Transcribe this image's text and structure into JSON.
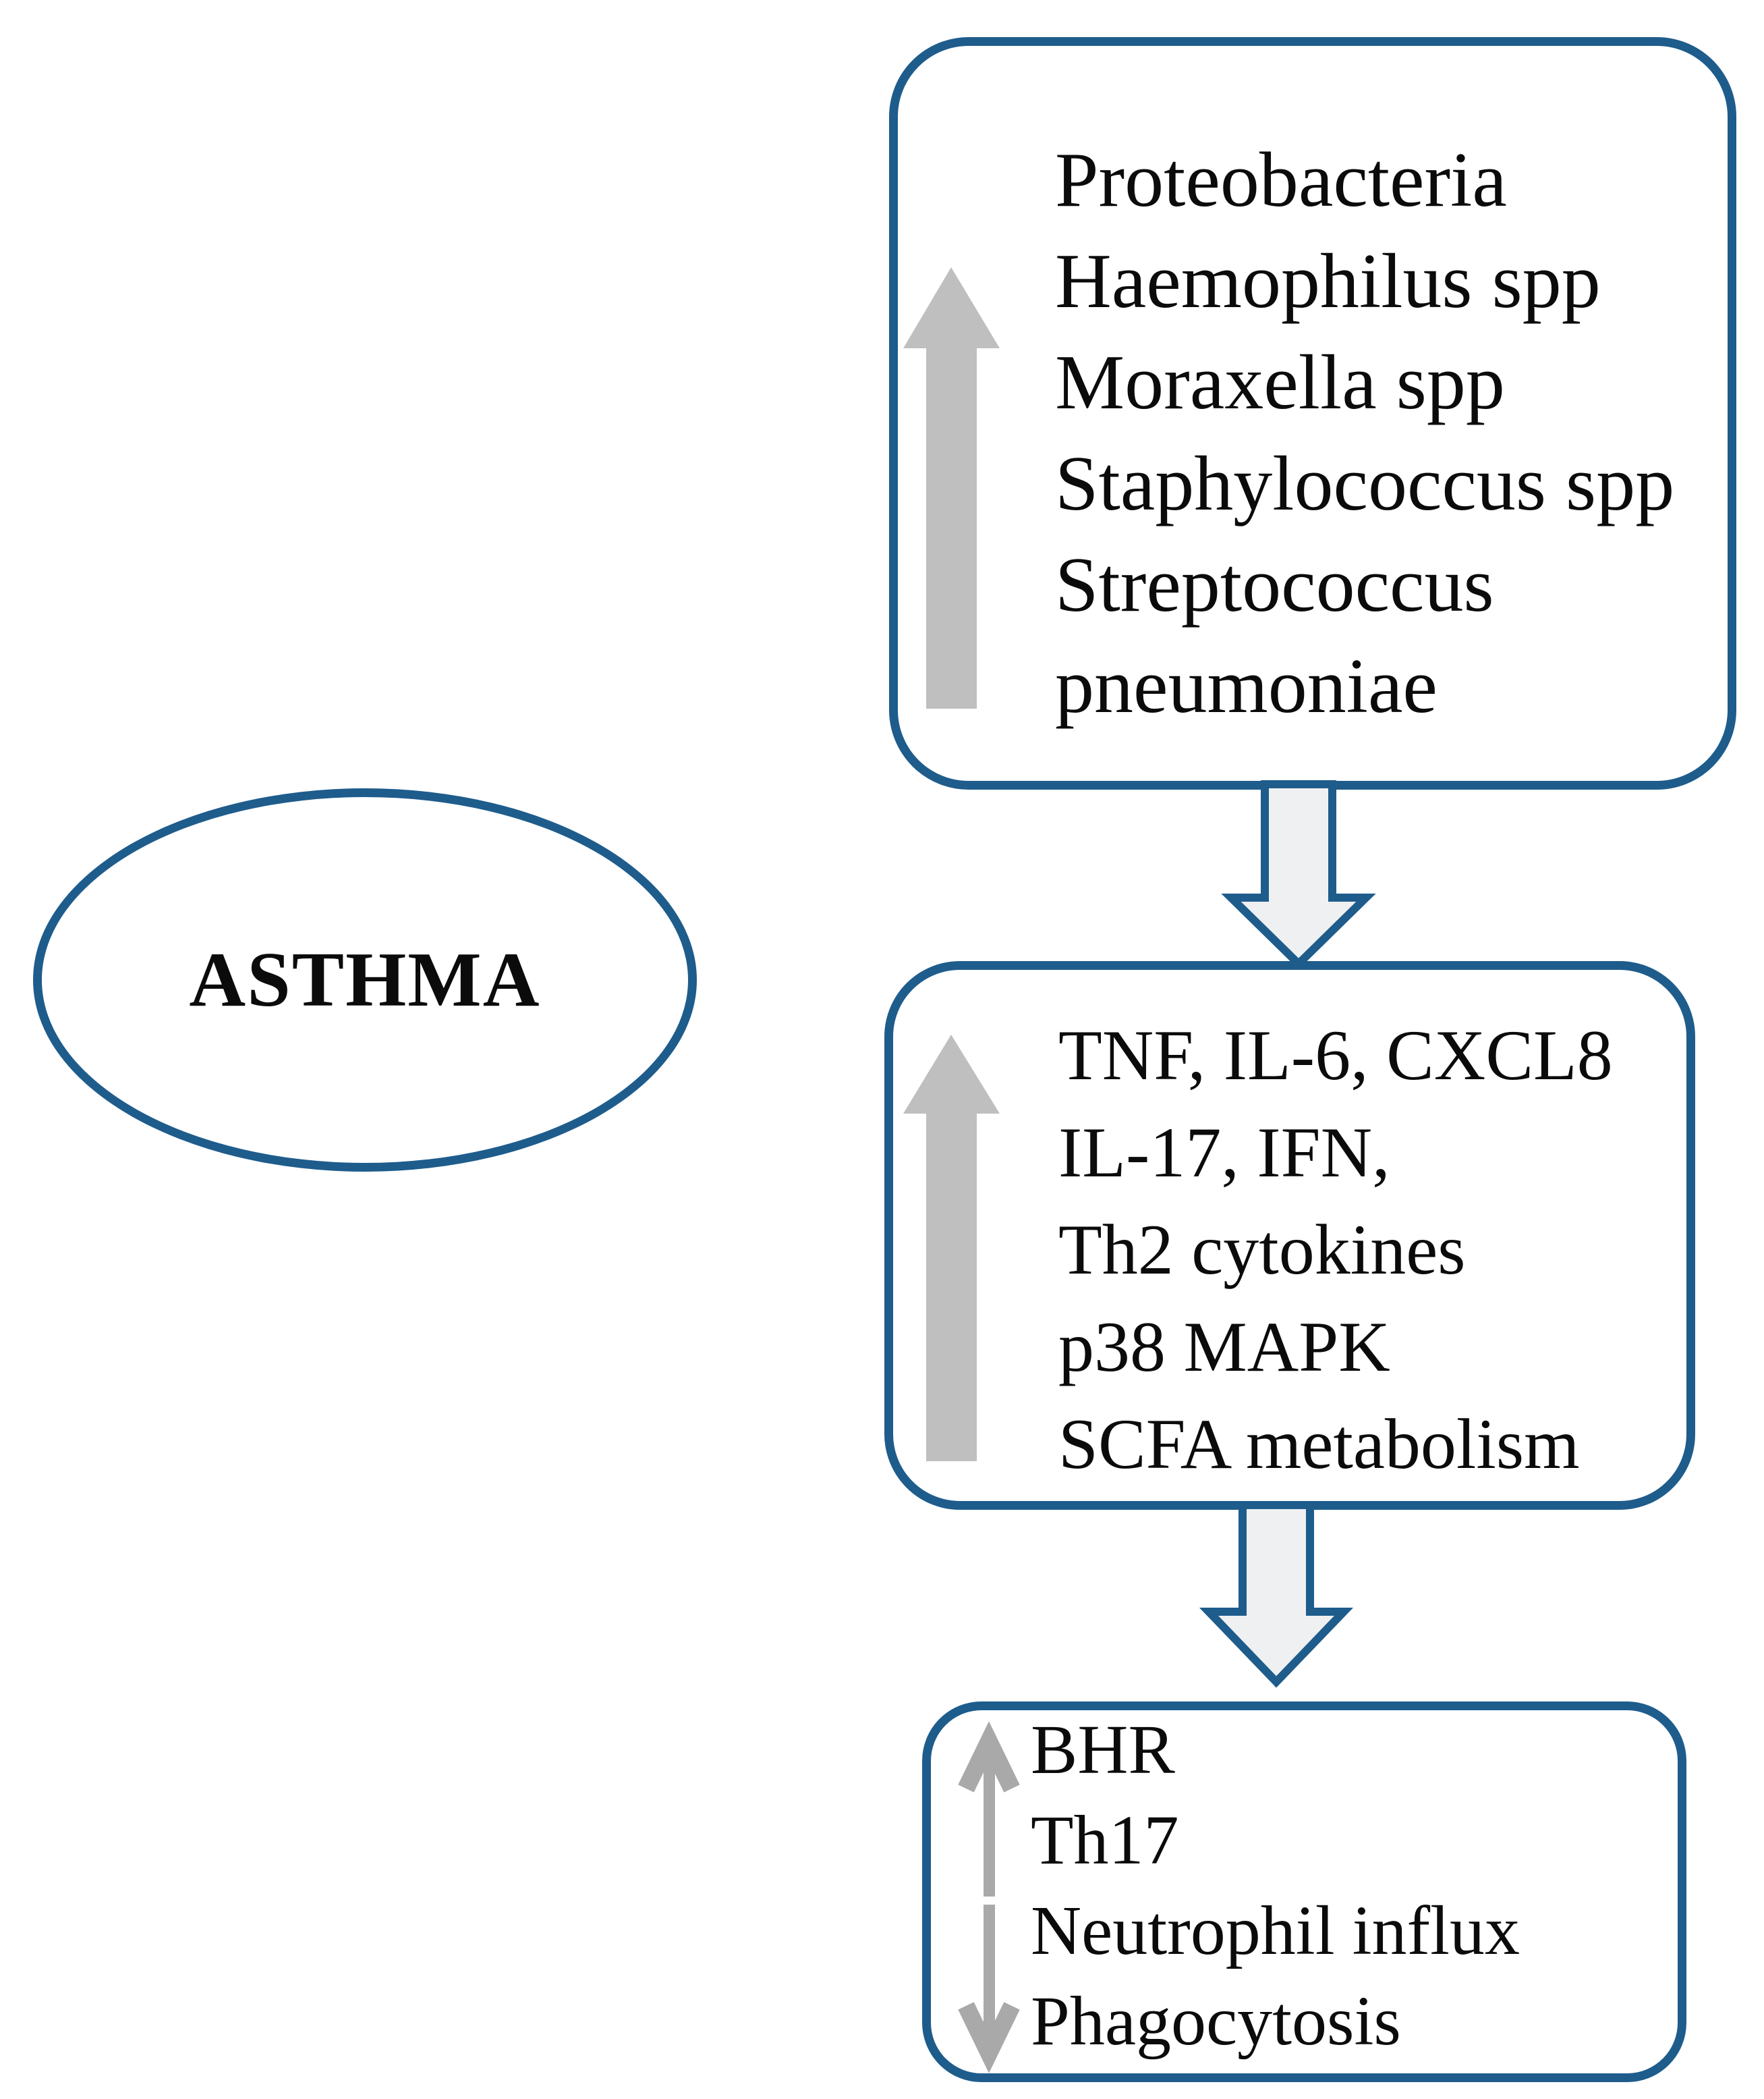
{
  "ellipse": {
    "label": "ASTHMA"
  },
  "top_box": {
    "lines": [
      "Proteobacteria",
      "Haemophilus spp",
      "Moraxella spp",
      "Staphylococcus spp",
      "Streptococcus",
      "pneumoniae"
    ]
  },
  "middle_box": {
    "lines": [
      "TNF, IL-6, CXCL8",
      "IL-17, IFN,",
      "Th2 cytokines",
      "p38 MAPK",
      "SCFA metabolism"
    ]
  },
  "bottom_box": {
    "lines": [
      "BHR",
      "Th17",
      "Neutrophil influx",
      "Phagocytosis"
    ]
  },
  "icons": {
    "top_box_arrow": "increase-up-arrow",
    "middle_box_arrow": "increase-up-arrow",
    "bottom_box_up_arrow": "increase-up-arrow",
    "bottom_box_down_arrow": "decrease-down-arrow",
    "connector_1": "down-block-arrow",
    "connector_2": "down-block-arrow"
  },
  "colors": {
    "border_blue": "#1e5c8c",
    "gray_arrow": "#bfbfbf",
    "thin_gray": "#a9a9a9",
    "block_arrow_fill": "#eff0f1",
    "text": "#0b0b0b",
    "background": "#ffffff"
  }
}
